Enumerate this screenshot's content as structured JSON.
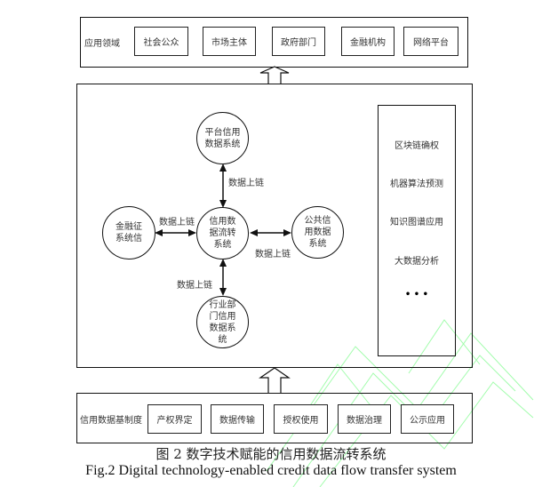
{
  "top_layer": {
    "label": "应用领域",
    "items": [
      "社会公众",
      "市场主体",
      "政府部门",
      "金融机构",
      "网络平台"
    ]
  },
  "middle_layer": {
    "nodes": {
      "center": "信用数\n据流转\n系统",
      "top": "平台信用\n数据系统",
      "left": "金融征\n系统信",
      "right": "公共信\n用数据\n系统",
      "bottom": "行业部\n门信用\n数据系\n统"
    },
    "edge_labels": {
      "top": "数据上链",
      "left": "数据上链",
      "right": "数据上链",
      "bottom": "数据上链"
    },
    "technologies": [
      "区块链确权",
      "机器算法预测",
      "知识图谱应用",
      "大数据分析",
      "• • •"
    ]
  },
  "bottom_layer": {
    "label": "信用数据基制度",
    "items": [
      "产权界定",
      "数据传输",
      "授权使用",
      "数据治理",
      "公示应用"
    ]
  },
  "caption": {
    "zh": "图 2  数字技术赋能的信用数据流转系统",
    "en": "Fig.2 Digital technology-enabled credit data flow transfer system"
  }
}
